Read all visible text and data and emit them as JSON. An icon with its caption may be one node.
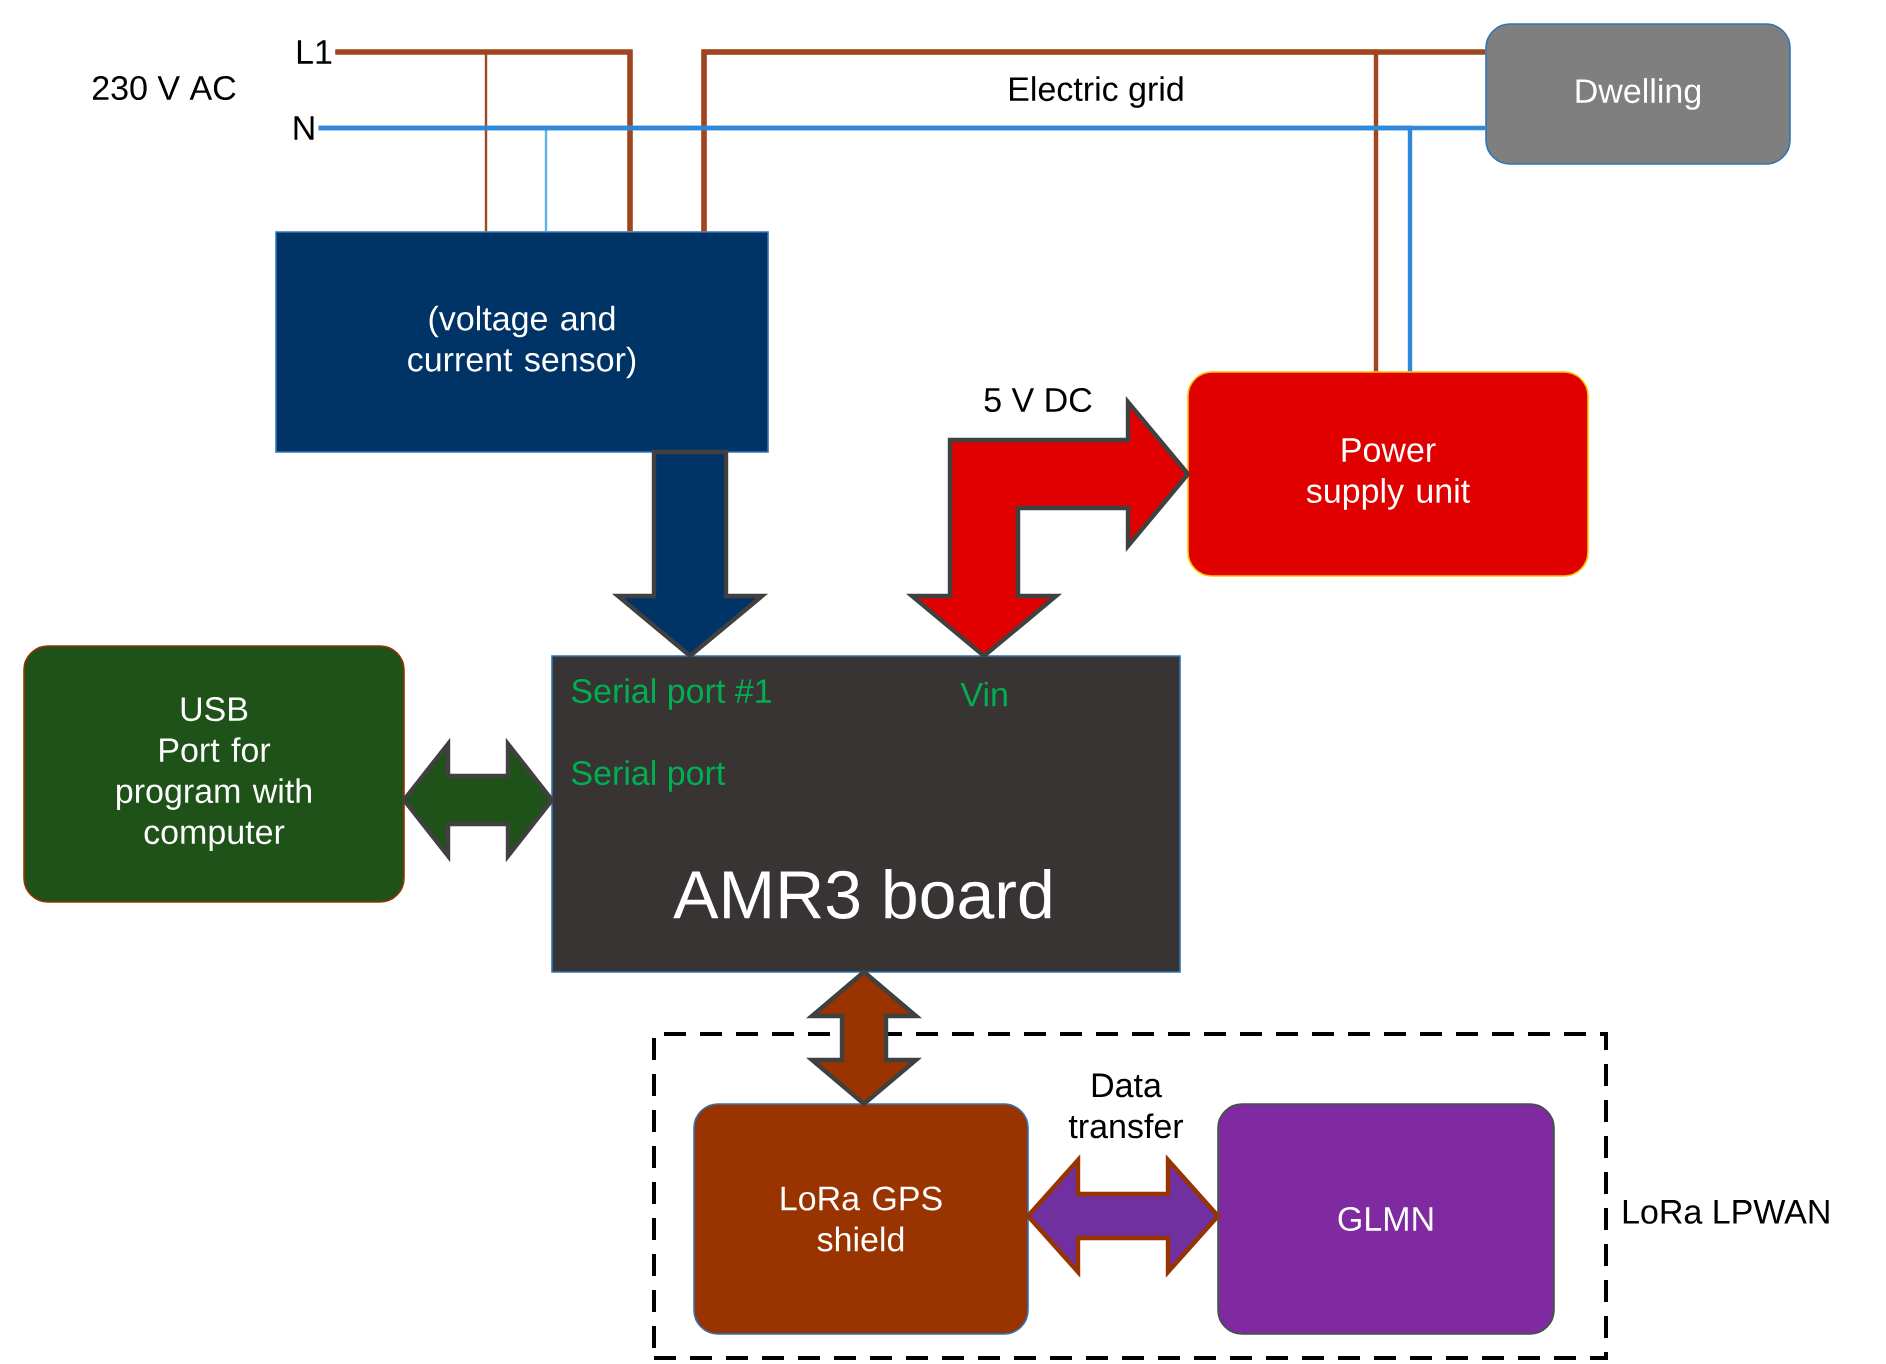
{
  "diagram": {
    "nodes": [
      {
        "text": [
          "L1"
        ]
      },
      {
        "text": [
          "N"
        ]
      },
      {
        "text": [
          "Dwelling"
        ]
      },
      {
        "text": [
          "(voltage and current sensor)"
        ]
      },
      {
        "text": [
          "Power supply unit"
        ]
      },
      {
        "text": [
          "LoRa LPWAN"
        ]
      },
      {
        "text": [
          "USB",
          "Port for program with computer"
        ]
      },
      {
        "text": [
          "Serial port #1",
          "Vin",
          "Serial port",
          "AMR3 board"
        ]
      },
      {
        "text": [
          "LoRa GPS shield"
        ],
        "in": 5
      },
      {
        "text": [
          "GLMN"
        ],
        "in": 5
      }
    ],
    "edges": [
      {
        "from": 0,
        "to": 3,
        "arrow": "none",
        "color": "#a0461e"
      },
      {
        "from": 0,
        "to": 3,
        "arrow": "none",
        "color": "#a0461e"
      },
      {
        "from": 1,
        "to": 3,
        "arrow": "none",
        "color": "#5eb3e8"
      },
      {
        "from": 3,
        "to": 2,
        "arrow": "none",
        "color": "#a0461e"
      },
      {
        "from": 3,
        "to": 4,
        "arrow": "none",
        "color": "#a0461e"
      },
      {
        "from": 1,
        "to": 2,
        "arrow": "none",
        "color": "#2e8ad8"
      },
      {
        "from": 1,
        "to": 4,
        "arrow": "none",
        "color": "#2e8ad8"
      },
      {
        "from": 3,
        "to": 7,
        "arrow": "to",
        "style": "thick",
        "color": "#003366"
      },
      {
        "from": 4,
        "to": 7,
        "arrow": "both",
        "style": "thick",
        "color": "#e00000",
        "label": "5 V DC"
      },
      {
        "from": 6,
        "to": 7,
        "arrow": "both",
        "style": "thick",
        "color": "#1e5218"
      },
      {
        "from": 7,
        "to": 8,
        "arrow": "both",
        "style": "thick",
        "color": "#993300"
      },
      {
        "from": 8,
        "to": 9,
        "arrow": "both",
        "style": "thick",
        "color": "#7030a0",
        "label": "Data transfer"
      }
    ],
    "labels": [
      "230 V AC",
      "Electric grid"
    ]
  }
}
